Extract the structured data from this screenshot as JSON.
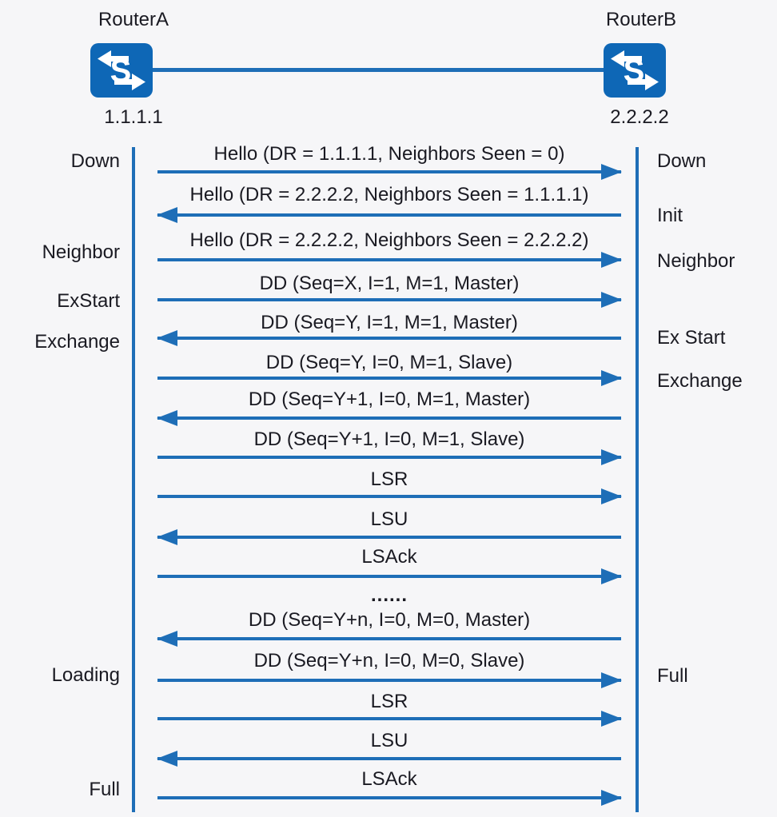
{
  "routers": {
    "a": {
      "name": "RouterA",
      "ip": "1.1.1.1",
      "icon": "switch-icon"
    },
    "b": {
      "name": "RouterB",
      "ip": "2.2.2.2",
      "icon": "switch-icon"
    }
  },
  "colors": {
    "line_blue": "#1e6eb7",
    "icon_blue": "#0e67b6",
    "text": "#1a1a22",
    "background": "#f6f6f8"
  },
  "left_states": [
    {
      "label": "Down"
    },
    {
      "label": "Neighbor"
    },
    {
      "label": "ExStart"
    },
    {
      "label": "Exchange"
    },
    {
      "label": "Loading"
    },
    {
      "label": "Full"
    }
  ],
  "right_states": [
    {
      "label": "Down"
    },
    {
      "label": "Init"
    },
    {
      "label": "Neighbor"
    },
    {
      "label": "Ex Start"
    },
    {
      "label": "Exchange"
    },
    {
      "label": "Full"
    }
  ],
  "messages": [
    {
      "label": "Hello (DR = 1.1.1.1, Neighbors Seen = 0)",
      "direction": "right"
    },
    {
      "label": "Hello (DR = 2.2.2.2, Neighbors Seen = 1.1.1.1)",
      "direction": "left"
    },
    {
      "label": "Hello (DR = 2.2.2.2, Neighbors Seen = 2.2.2.2)",
      "direction": "right"
    },
    {
      "label": "DD (Seq=X, I=1, M=1, Master)",
      "direction": "right"
    },
    {
      "label": "DD (Seq=Y, I=1, M=1, Master)",
      "direction": "left"
    },
    {
      "label": "DD (Seq=Y, I=0, M=1, Slave)",
      "direction": "right"
    },
    {
      "label": "DD (Seq=Y+1, I=0, M=1, Master)",
      "direction": "left"
    },
    {
      "label": "DD (Seq=Y+1, I=0, M=1, Slave)",
      "direction": "right"
    },
    {
      "label": "LSR",
      "direction": "right"
    },
    {
      "label": "LSU",
      "direction": "left"
    },
    {
      "label": "LSAck",
      "direction": "right"
    },
    {
      "label": "......",
      "direction": "none"
    },
    {
      "label": "DD (Seq=Y+n, I=0, M=0, Master)",
      "direction": "left"
    },
    {
      "label": "DD (Seq=Y+n, I=0, M=0, Slave)",
      "direction": "right"
    },
    {
      "label": "LSR",
      "direction": "right"
    },
    {
      "label": "LSU",
      "direction": "left"
    },
    {
      "label": "LSAck",
      "direction": "right"
    }
  ]
}
